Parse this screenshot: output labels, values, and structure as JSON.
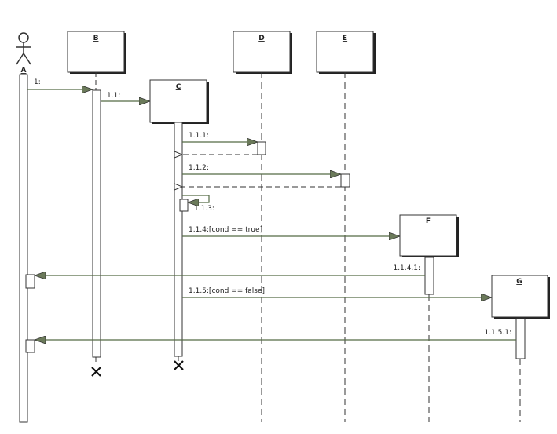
{
  "diagram": {
    "actor": {
      "name": "A"
    },
    "objects": [
      {
        "id": "B",
        "name": "B"
      },
      {
        "id": "C",
        "name": "C"
      },
      {
        "id": "D",
        "name": "D"
      },
      {
        "id": "E",
        "name": "E"
      },
      {
        "id": "F",
        "name": "F"
      },
      {
        "id": "G",
        "name": "G"
      }
    ],
    "messages": [
      {
        "id": "m1",
        "label": "1:"
      },
      {
        "id": "m11",
        "label": "1.1:"
      },
      {
        "id": "m111",
        "label": "1.1.1:"
      },
      {
        "id": "m112",
        "label": "1.1.2:"
      },
      {
        "id": "m113",
        "label": "1.1.3:"
      },
      {
        "id": "m114",
        "label": "1.1.4:[cond == true]"
      },
      {
        "id": "m1141",
        "label": "1.1.4.1:"
      },
      {
        "id": "m115",
        "label": "1.1.5:[cond == false]"
      },
      {
        "id": "m1151",
        "label": "1.1.5.1:"
      }
    ]
  }
}
